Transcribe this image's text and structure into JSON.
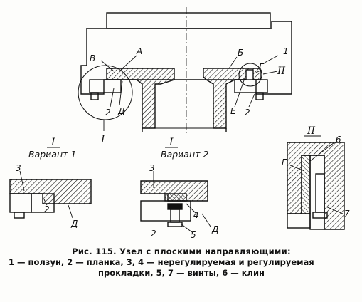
{
  "labels": {
    "A": "А",
    "B": "Б",
    "V": "В",
    "G": "Г",
    "D": "Д",
    "E": "Е",
    "n1": "1",
    "n2": "2",
    "n3": "3",
    "n4": "4",
    "n5": "5",
    "n6": "6",
    "n7": "7",
    "I": "I",
    "II": "II"
  },
  "views": {
    "variant1": {
      "numeral": "I",
      "title": "Вариант 1"
    },
    "variant2": {
      "numeral": "I",
      "title": "Вариант 2"
    },
    "detail2": {
      "numeral": "II"
    }
  },
  "caption": {
    "title": "Рис. 115. Узел с плоскими направляющими:",
    "legend_line1": "1 — ползун, 2 — планка, 3, 4 — нерегулируемая и регулируемая",
    "legend_line2": "прокладки, 5, 7 — винты, 6 — клин"
  }
}
